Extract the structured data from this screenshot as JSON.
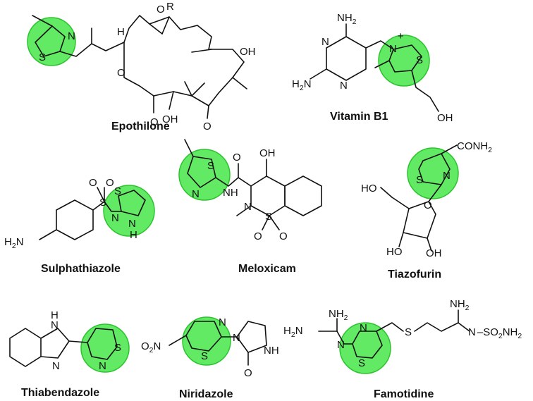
{
  "molecules": [
    {
      "id": "epothilone",
      "name": "Epothilone"
    },
    {
      "id": "vitamin_b1",
      "name": "Vitamin B1"
    },
    {
      "id": "sulphathiazole",
      "name": "Sulphathiazole"
    },
    {
      "id": "meloxicam",
      "name": "Meloxicam"
    },
    {
      "id": "tiazofurin",
      "name": "Tiazofurin"
    },
    {
      "id": "thiabendazole",
      "name": "Thiabendazole"
    },
    {
      "id": "niridazole",
      "name": "Niridazole"
    },
    {
      "id": "famotidine",
      "name": "Famotidine"
    }
  ],
  "highlight_color": "#48e64a",
  "atom_labels": {
    "S": "S",
    "N": "N",
    "O": "O",
    "H": "H",
    "R": "R",
    "NH": "NH",
    "OH": "OH",
    "HO": "HO",
    "NH2": "NH",
    "H2N": "H",
    "N2": "N",
    "two": "2",
    "plus": "+",
    "CONH2": "CONH",
    "SO2NH2": "SO",
    "O2N": "O",
    "NH2_tail": "NH"
  }
}
